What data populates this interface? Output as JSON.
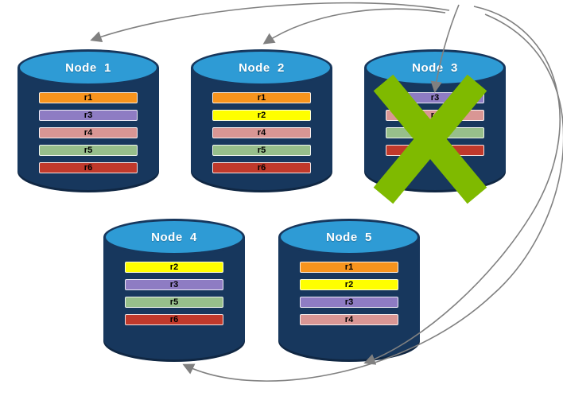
{
  "diagram": {
    "background": "#FFFFFF",
    "node_style": {
      "body_color": "#17375D",
      "top_color": "#2E9BD5",
      "title_color": "#FFFFFF"
    },
    "replica_colors": {
      "r1": "#F7941D",
      "r2": "#FFFF00",
      "r3": "#8E7CC3",
      "r4": "#D99694",
      "r5": "#97BF8B",
      "r6": "#C0392B"
    },
    "arrow_color": "#808080",
    "failure": {
      "node": "Node  3",
      "x_color": "#7FBA00"
    },
    "nodes": [
      {
        "title": "Node  1",
        "failed": false,
        "replicas": [
          "r1",
          "r3",
          "r4",
          "r5",
          "r6"
        ]
      },
      {
        "title": "Node  2",
        "failed": false,
        "replicas": [
          "r1",
          "r2",
          "r4",
          "r5",
          "r6"
        ]
      },
      {
        "title": "Node  3",
        "failed": true,
        "replicas": [
          "r3",
          "r4",
          "r5",
          "r6"
        ]
      },
      {
        "title": "Node  4",
        "failed": false,
        "replicas": [
          "r2",
          "r3",
          "r5",
          "r6"
        ]
      },
      {
        "title": "Node  5",
        "failed": false,
        "replicas": [
          "r1",
          "r2",
          "r3",
          "r4"
        ]
      }
    ]
  }
}
